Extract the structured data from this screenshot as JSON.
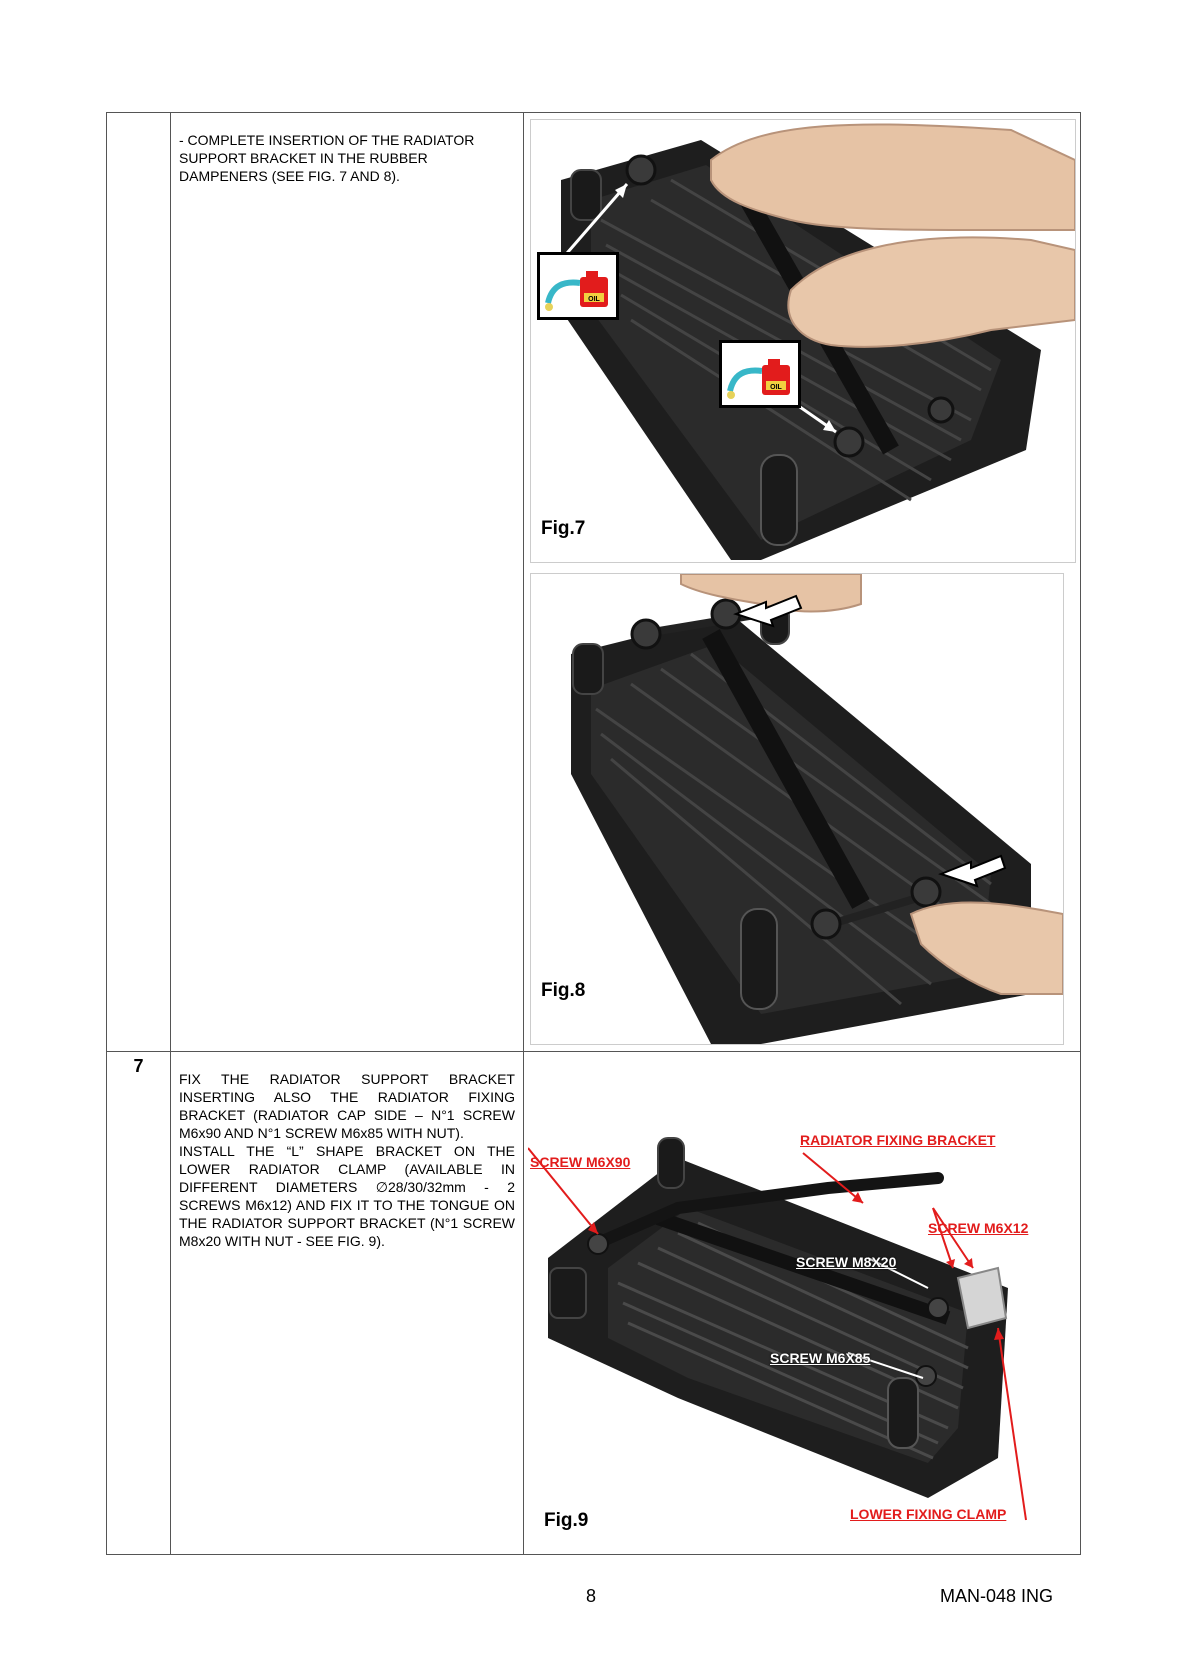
{
  "rows": [
    {
      "step": "",
      "text": "- COMPLETE INSERTION OF THE RADIATOR SUPPORT BRACKET IN THE RUBBER DAMPENERS (SEE FIG. 7 AND  8).",
      "figures": [
        {
          "label": "Fig.7",
          "icons": [
            "oil-can-icon",
            "oil-can-icon"
          ],
          "icon_text": "OIL"
        },
        {
          "label": "Fig.8"
        }
      ]
    },
    {
      "step": "7",
      "text": "FIX THE RADIATOR SUPPORT BRACKET INSERTING ALSO THE RADIATOR FIXING BRACKET  (RADIATOR CAP SIDE – N°1 SCREW M6x90 AND N°1 SCREW M6x85 WITH NUT).\nINSTALL THE “L” SHAPE BRACKET ON THE LOWER RADIATOR CLAMP (AVAILABLE IN DIFFERENT DIAMETERS ∅28/30/32mm - 2 SCREWS M6x12) AND FIX IT TO THE TONGUE ON THE RADIATOR SUPPORT BRACKET (N°1 SCREW M8x20 WITH NUT - SEE FIG. 9).",
      "figures": [
        {
          "label": "Fig.9",
          "callouts": {
            "radiator_fixing_bracket": "RADIATOR FIXING BRACKET",
            "screw_m6x90": "SCREW M6X90",
            "screw_m6x12": "SCREW M6X12",
            "screw_m8x20": "SCREW M8X20",
            "screw_m6x85": "SCREW M6X85",
            "lower_fixing_clamp": "LOWER FIXING CLAMP"
          }
        }
      ]
    }
  ],
  "footer": {
    "page_number": "8",
    "doc_code": "MAN-048 ING"
  },
  "colors": {
    "callout_red": "#e21c1c",
    "border": "#555555",
    "radiator": "#1e1e1e"
  }
}
